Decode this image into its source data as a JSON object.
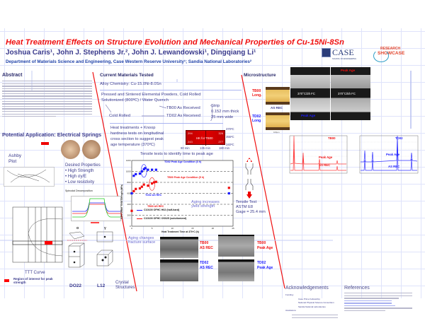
{
  "title": "Heat Treatment Effects on Structure Evolution and Mechanical Properties of Cu-15Ni-8Sn",
  "authors": "Joshua Caris¹, John J. Stephens Jr.², John J. Lewandowski¹, Dingqiang Li¹",
  "affiliation": "Department of Materials Science and Engineering, Case Western Reserve University¹; Sandia National Laboratories²",
  "logos": {
    "case": "CASE",
    "case_sub": "SCHOOL OF ENGINEERING",
    "showcase_top": "RESEARCH",
    "showcase_bottom": "SHOWCASE"
  },
  "abstract": {
    "heading": "Abstract"
  },
  "application": {
    "heading": "Potential Application: Electrical Springs",
    "ashby_label": "Ashby Plot",
    "desired_heading": "Desired Properties",
    "bullets": [
      "• High Strength",
      "• High σy/E",
      "• Low resistivity"
    ],
    "spinodal_label": "Spinodal Decomposition",
    "ttt_label": "TTT Curve",
    "legend_label": "Region of interest for peak strength",
    "alpha": "α",
    "gamma": "γ",
    "do22": "DO22",
    "l12": "L12",
    "crystal_label": "Crystal Structures",
    "colors": {
      "region": "#ff0000",
      "spinodal": [
        "#2222ff",
        "#ff2222",
        "#22cc22"
      ]
    }
  },
  "materials": {
    "heading": "Current Materials Tested",
    "chemistry": "Alloy Chemistry: Cu-15.0Ni-8.0Sn",
    "process_1": "Pressed and Sintered Elemental Powders, Cold Rolled",
    "process_2": "Solutionized (800ºC) / Water Quench",
    "tb00": "TB00 As Received",
    "td02": "TD02 As Received",
    "cold_rolled": "Cold Rolled",
    "strip": [
      "Strip",
      "0.152 mm thick",
      "25 mm wide"
    ],
    "heat_text": [
      "Heat treatments + Knoop",
      "hardness tests on longitudinal",
      "cross section to suggest peak",
      "age temperature (370ºC)"
    ],
    "hk": {
      "label": "HK for TB00",
      "cells": [
        "294",
        "326",
        "243",
        "277"
      ],
      "temps": [
        "370ºC",
        "355ºC",
        "340ºC"
      ],
      "times": [
        "90 min",
        "135 min",
        "180 min"
      ]
    }
  },
  "tensile": {
    "heading": "Tensile tests to identify time to peak age",
    "test_info": [
      "Tensile Test",
      "ASTM E8",
      "Gage = 25.4 mm"
    ],
    "aging_note": [
      "Aging increases",
      "yield strength"
    ],
    "annotations": {
      "td02_peak": "TD02 Peak Age Condition (3 h)",
      "tb00_peak": "TB00 Peak Age Condition (5 h)",
      "td02_rec": "TD02 AS REC",
      "tb00_rec": "TB00 AS REC",
      "ref1": "C10100 OFHC H02 (half-hard)",
      "ref2": "C10100 OFHC OS025 (solutionized)"
    }
  },
  "chart_data": {
    "type": "scatter",
    "xlabel": "Heat Treatment Time at 370ºC (h)",
    "ylabel": "0.2% Offset Yield Strength (MPa)",
    "xlim": [
      0,
      25
    ],
    "ylim": [
      0,
      1200
    ],
    "grid": true,
    "series": [
      {
        "color": "#1a1aff",
        "points": [
          [
            0,
            600
          ],
          [
            0.5,
            920
          ],
          [
            1,
            950
          ],
          [
            2,
            960
          ],
          [
            2.5,
            1000
          ],
          [
            3,
            1040
          ],
          [
            3.3,
            1060
          ],
          [
            4,
            1030
          ],
          [
            5,
            1030
          ],
          [
            6,
            1030
          ],
          [
            24,
            600
          ]
        ]
      },
      {
        "color": "#f01010",
        "points": [
          [
            0,
            280
          ],
          [
            0.5,
            640
          ],
          [
            1,
            680
          ],
          [
            2,
            690
          ],
          [
            2.5,
            720
          ],
          [
            3,
            760
          ],
          [
            4,
            740
          ],
          [
            5,
            780
          ],
          [
            5.5,
            800
          ],
          [
            6,
            810
          ],
          [
            24,
            700
          ]
        ]
      }
    ]
  },
  "fracture": {
    "heading": [
      "Aging changes",
      "fracture surface"
    ],
    "tb00_rec": [
      "TB00",
      "AS REC"
    ],
    "td02_rec": [
      "TD02",
      "AS REC"
    ],
    "tb00_peak": [
      "TB00",
      "Peak Age"
    ],
    "td02_peak": [
      "TD02",
      "Peak Age"
    ]
  },
  "micro": {
    "heading": "Microstructure",
    "tb00": [
      "TB00",
      "Long."
    ],
    "td02": [
      "TD02",
      "Long"
    ],
    "as_rec": "AS REC",
    "t3": "370°C/3h FC",
    "t5": "370°C/5h FC",
    "peak_top": "Peak Age",
    "peak_bottom": "Peak Age",
    "scale": "100μm",
    "xrd_tb00": "TB00",
    "xrd_td02": "TD02",
    "xrd_peak": "Peak Age",
    "xrd_rec": "AS REC"
  },
  "ack": {
    "heading": "Acknowledgements",
    "funding": "Funding:",
    "items": [
      "Case Prime Fellowship",
      "National Physical Science Consortium",
      "Sandia National Laboratories"
    ],
    "assistance": "Assistance:"
  },
  "refs": {
    "heading": "References"
  }
}
